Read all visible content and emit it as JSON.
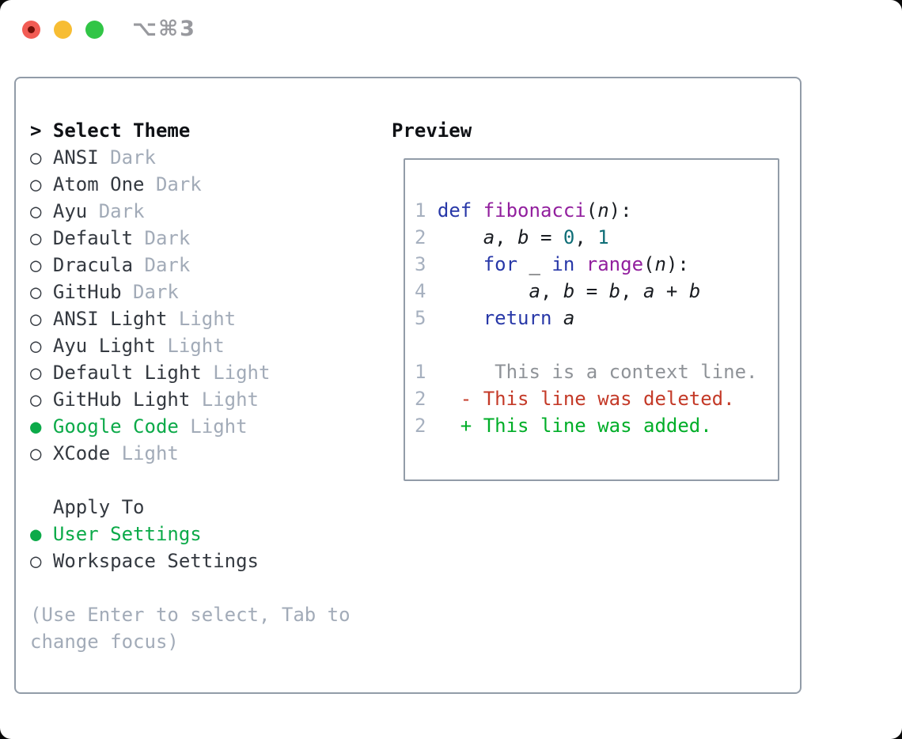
{
  "window": {
    "title": "⌥⌘3"
  },
  "colors": {
    "accent": "#0caa49",
    "item-text": "#343940",
    "muted": "#a2abb8",
    "line-number": "#a6b0bf",
    "keyword": "#2838a8",
    "function": "#921f9e",
    "literal": "#0f6e77",
    "context": "#8f9398",
    "diff-deleted": "#c43a28",
    "diff-added": "#00ae28",
    "panel-border": "#929ca8",
    "traffic-red": "#f25c54",
    "traffic-yellow": "#f7bd33",
    "traffic-green": "#31c546"
  },
  "left": {
    "lines": [
      {
        "name": "select-theme-header",
        "interactable": false,
        "segs": [
          {
            "t": "> ",
            "c": "hdr",
            "n": "prompt-icon"
          },
          {
            "t": "Select Theme",
            "c": "hdr"
          }
        ]
      },
      {
        "name": "theme-option-ansi-dark",
        "interactable": true,
        "segs": [
          {
            "t": "○ ",
            "c": "txt",
            "n": "radio-icon"
          },
          {
            "t": "ANSI",
            "c": "txt"
          },
          {
            "t": " Dark",
            "c": "mut"
          }
        ]
      },
      {
        "name": "theme-option-atom-one-dark",
        "interactable": true,
        "segs": [
          {
            "t": "○ ",
            "c": "txt",
            "n": "radio-icon"
          },
          {
            "t": "Atom One",
            "c": "txt"
          },
          {
            "t": " Dark",
            "c": "mut"
          }
        ]
      },
      {
        "name": "theme-option-ayu-dark",
        "interactable": true,
        "segs": [
          {
            "t": "○ ",
            "c": "txt",
            "n": "radio-icon"
          },
          {
            "t": "Ayu",
            "c": "txt"
          },
          {
            "t": " Dark",
            "c": "mut"
          }
        ]
      },
      {
        "name": "theme-option-default-dark",
        "interactable": true,
        "segs": [
          {
            "t": "○ ",
            "c": "txt",
            "n": "radio-icon"
          },
          {
            "t": "Default",
            "c": "txt"
          },
          {
            "t": " Dark",
            "c": "mut"
          }
        ]
      },
      {
        "name": "theme-option-dracula-dark",
        "interactable": true,
        "segs": [
          {
            "t": "○ ",
            "c": "txt",
            "n": "radio-icon"
          },
          {
            "t": "Dracula",
            "c": "txt"
          },
          {
            "t": " Dark",
            "c": "mut"
          }
        ]
      },
      {
        "name": "theme-option-github-dark",
        "interactable": true,
        "segs": [
          {
            "t": "○ ",
            "c": "txt",
            "n": "radio-icon"
          },
          {
            "t": "GitHub",
            "c": "txt"
          },
          {
            "t": " Dark",
            "c": "mut"
          }
        ]
      },
      {
        "name": "theme-option-ansi-light",
        "interactable": true,
        "segs": [
          {
            "t": "○ ",
            "c": "txt",
            "n": "radio-icon"
          },
          {
            "t": "ANSI Light",
            "c": "txt"
          },
          {
            "t": " Light",
            "c": "mut"
          }
        ]
      },
      {
        "name": "theme-option-ayu-light",
        "interactable": true,
        "segs": [
          {
            "t": "○ ",
            "c": "txt",
            "n": "radio-icon"
          },
          {
            "t": "Ayu Light",
            "c": "txt"
          },
          {
            "t": " Light",
            "c": "mut"
          }
        ]
      },
      {
        "name": "theme-option-default-light",
        "interactable": true,
        "segs": [
          {
            "t": "○ ",
            "c": "txt",
            "n": "radio-icon"
          },
          {
            "t": "Default Light",
            "c": "txt"
          },
          {
            "t": " Light",
            "c": "mut"
          }
        ]
      },
      {
        "name": "theme-option-github-light",
        "interactable": true,
        "segs": [
          {
            "t": "○ ",
            "c": "txt",
            "n": "radio-icon"
          },
          {
            "t": "GitHub Light",
            "c": "txt"
          },
          {
            "t": " Light",
            "c": "mut"
          }
        ]
      },
      {
        "name": "theme-option-google-code-light",
        "interactable": true,
        "segs": [
          {
            "t": "● ",
            "c": "sel",
            "n": "radio-selected-icon"
          },
          {
            "t": "Google Code",
            "c": "sel"
          },
          {
            "t": " Light",
            "c": "mut"
          }
        ]
      },
      {
        "name": "theme-option-xcode-light",
        "interactable": true,
        "segs": [
          {
            "t": "○ ",
            "c": "txt",
            "n": "radio-icon"
          },
          {
            "t": "XCode",
            "c": "txt"
          },
          {
            "t": " Light",
            "c": "mut"
          }
        ]
      },
      {
        "name": "spacer",
        "interactable": false,
        "segs": []
      },
      {
        "name": "apply-to-header",
        "interactable": false,
        "segs": [
          {
            "t": "  Apply To",
            "c": "txt"
          }
        ]
      },
      {
        "name": "apply-option-user-settings",
        "interactable": true,
        "segs": [
          {
            "t": "● ",
            "c": "sel",
            "n": "radio-selected-icon"
          },
          {
            "t": "User Settings",
            "c": "sel"
          }
        ]
      },
      {
        "name": "apply-option-workspace-settings",
        "interactable": true,
        "segs": [
          {
            "t": "○ ",
            "c": "txt",
            "n": "radio-icon"
          },
          {
            "t": "Workspace Settings",
            "c": "txt"
          }
        ]
      },
      {
        "name": "spacer",
        "interactable": false,
        "segs": []
      },
      {
        "name": "help-text-line-1",
        "interactable": false,
        "segs": [
          {
            "t": "(Use Enter to select, Tab to",
            "c": "mut"
          }
        ]
      },
      {
        "name": "help-text-line-2",
        "interactable": false,
        "segs": [
          {
            "t": "change focus)",
            "c": "mut"
          }
        ]
      }
    ]
  },
  "preview": {
    "header": "Preview",
    "lines": [
      {
        "name": "code-line-1",
        "interactable": false,
        "segs": [
          {
            "t": "1 ",
            "c": "num"
          },
          {
            "t": "def ",
            "c": "kw"
          },
          {
            "t": "fibonacci",
            "c": "fn"
          },
          {
            "t": "(",
            "c": "pl"
          },
          {
            "t": "n",
            "c": "v"
          },
          {
            "t": "):",
            "c": "pl"
          }
        ]
      },
      {
        "name": "code-line-2",
        "interactable": false,
        "segs": [
          {
            "t": "2 ",
            "c": "num"
          },
          {
            "t": "    ",
            "c": "pl"
          },
          {
            "t": "a",
            "c": "v"
          },
          {
            "t": ", ",
            "c": "pl"
          },
          {
            "t": "b",
            "c": "v"
          },
          {
            "t": " = ",
            "c": "pl"
          },
          {
            "t": "0",
            "c": "lit"
          },
          {
            "t": ", ",
            "c": "pl"
          },
          {
            "t": "1",
            "c": "lit"
          }
        ]
      },
      {
        "name": "code-line-3",
        "interactable": false,
        "segs": [
          {
            "t": "3 ",
            "c": "num"
          },
          {
            "t": "    ",
            "c": "pl"
          },
          {
            "t": "for",
            "c": "kw"
          },
          {
            "t": " ",
            "c": "pl"
          },
          {
            "t": "_",
            "c": "v"
          },
          {
            "t": " ",
            "c": "pl"
          },
          {
            "t": "in",
            "c": "kw"
          },
          {
            "t": " ",
            "c": "pl"
          },
          {
            "t": "range",
            "c": "fn"
          },
          {
            "t": "(",
            "c": "pl"
          },
          {
            "t": "n",
            "c": "v"
          },
          {
            "t": "):",
            "c": "pl"
          }
        ]
      },
      {
        "name": "code-line-4",
        "interactable": false,
        "segs": [
          {
            "t": "4 ",
            "c": "num"
          },
          {
            "t": "        ",
            "c": "pl"
          },
          {
            "t": "a",
            "c": "v"
          },
          {
            "t": ", ",
            "c": "pl"
          },
          {
            "t": "b",
            "c": "v"
          },
          {
            "t": " = ",
            "c": "pl"
          },
          {
            "t": "b",
            "c": "v"
          },
          {
            "t": ", ",
            "c": "pl"
          },
          {
            "t": "a",
            "c": "v"
          },
          {
            "t": " + ",
            "c": "pl"
          },
          {
            "t": "b",
            "c": "v"
          }
        ]
      },
      {
        "name": "code-line-5",
        "interactable": false,
        "segs": [
          {
            "t": "5 ",
            "c": "num"
          },
          {
            "t": "    ",
            "c": "pl"
          },
          {
            "t": "return",
            "c": "kw"
          },
          {
            "t": " ",
            "c": "pl"
          },
          {
            "t": "a",
            "c": "v"
          }
        ]
      },
      {
        "name": "spacer",
        "interactable": false,
        "segs": []
      },
      {
        "name": "diff-context-line",
        "interactable": false,
        "segs": [
          {
            "t": "1",
            "c": "num"
          },
          {
            "t": "      This is a context line.",
            "c": "ctx"
          }
        ]
      },
      {
        "name": "diff-deleted-line",
        "interactable": false,
        "segs": [
          {
            "t": "2",
            "c": "num"
          },
          {
            "t": "   - This line was deleted.",
            "c": "del"
          }
        ]
      },
      {
        "name": "diff-added-line",
        "interactable": false,
        "segs": [
          {
            "t": "2",
            "c": "num"
          },
          {
            "t": "   + This line was added.",
            "c": "add"
          }
        ]
      }
    ]
  }
}
